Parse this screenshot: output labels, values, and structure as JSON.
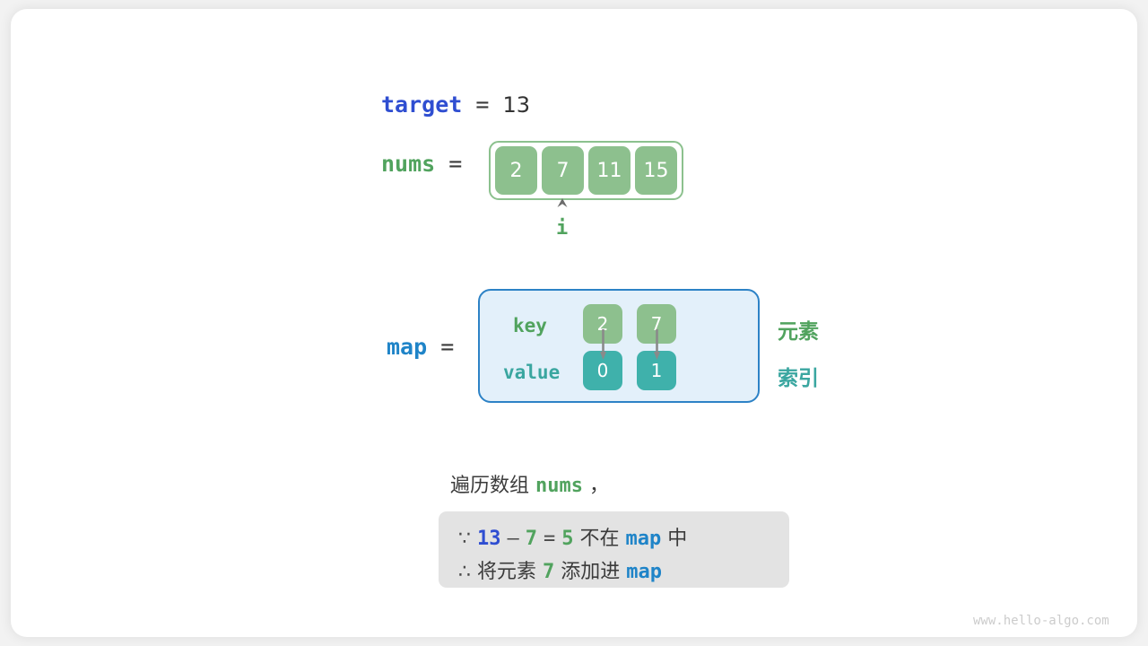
{
  "diagram": {
    "target": {
      "name": "target",
      "equals": "=",
      "value": "13"
    },
    "nums": {
      "name": "nums",
      "equals": "=",
      "cells": [
        "2",
        "7",
        "11",
        "15"
      ],
      "pointer_label": "i",
      "pointer_index": 1
    },
    "map": {
      "name": "map",
      "equals": "=",
      "key_label": "key",
      "value_label": "value",
      "entries": [
        {
          "key": "2",
          "value": "0"
        },
        {
          "key": "7",
          "value": "1"
        }
      ],
      "annotation_key": "元素",
      "annotation_value": "索引"
    },
    "caption": {
      "prefix": "遍历数组",
      "code": "nums",
      "suffix": "，"
    },
    "note": {
      "line1": {
        "symbol": "∵",
        "a": "13",
        "minus": "—",
        "b": "7",
        "eq": "=",
        "c": "5",
        "mid": "不在",
        "map": "map",
        "tail": "中"
      },
      "line2": {
        "symbol": "∴",
        "prefix": "将元素",
        "num": "7",
        "mid": "添加进",
        "map": "map"
      }
    },
    "watermark": "www.hello-algo.com"
  },
  "colors": {
    "green": "#51a35e",
    "cell_green": "#8dc08e",
    "teal": "#3aa6a0",
    "cell_teal": "#3fb1ab",
    "blue_var": "#2f4ed1",
    "blue_map": "#1f84c8",
    "map_bg": "#e3f0fa",
    "map_border": "#2d82c6",
    "note_bg": "#e3e3e3",
    "arrow_gray": "#8a8a8a",
    "watermark": "#cccccc"
  }
}
